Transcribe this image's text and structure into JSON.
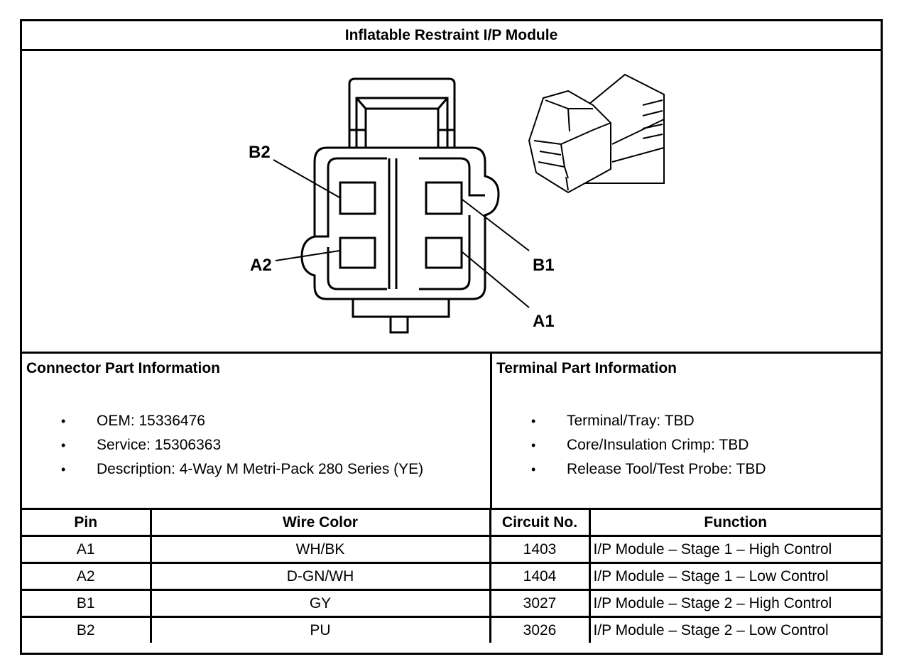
{
  "title": "Inflatable Restraint I/P Module",
  "diagram": {
    "pin_labels": [
      "B2",
      "A2",
      "B1",
      "A1"
    ]
  },
  "connector_info": {
    "heading": "Connector Part Information",
    "items": [
      "OEM: 15336476",
      "Service: 15306363",
      "Description: 4-Way M Metri-Pack 280 Series (YE)"
    ]
  },
  "terminal_info": {
    "heading": "Terminal Part Information",
    "items": [
      "Terminal/Tray: TBD",
      "Core/Insulation Crimp: TBD",
      "Release Tool/Test Probe: TBD"
    ]
  },
  "bullet": "•",
  "table": {
    "headers": [
      "Pin",
      "Wire Color",
      "Circuit No.",
      "Function"
    ],
    "rows": [
      [
        "A1",
        "WH/BK",
        "1403",
        "I/P Module – Stage 1 – High Control"
      ],
      [
        "A2",
        "D-GN/WH",
        "1404",
        "I/P Module – Stage 1 – Low Control"
      ],
      [
        "B1",
        "GY",
        "3027",
        "I/P Module – Stage 2 – High Control"
      ],
      [
        "B2",
        "PU",
        "3026",
        "I/P Module – Stage 2 – Low Control"
      ]
    ]
  }
}
